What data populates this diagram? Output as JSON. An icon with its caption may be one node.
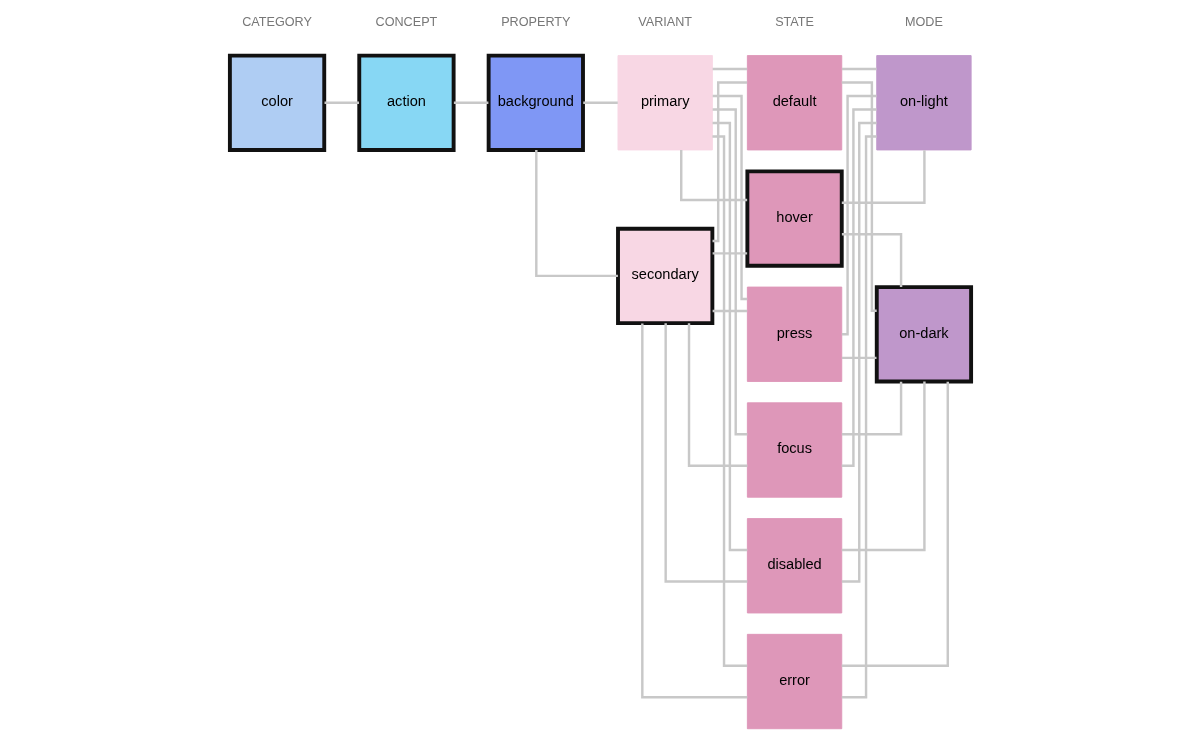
{
  "diagram": {
    "nodes": [
      {
        "text": [
          "color"
        ]
      },
      {
        "text": [
          "action"
        ]
      },
      {
        "text": [
          "background"
        ]
      },
      {
        "text": [
          "primary"
        ]
      },
      {
        "text": [
          "secondary"
        ]
      },
      {
        "text": [
          "default"
        ]
      },
      {
        "text": [
          "hover"
        ]
      },
      {
        "text": [
          "press"
        ]
      },
      {
        "text": [
          "focus"
        ]
      },
      {
        "text": [
          "disabled"
        ]
      },
      {
        "text": [
          "error"
        ]
      },
      {
        "text": [
          "on-light"
        ]
      },
      {
        "text": [
          "on-dark"
        ]
      }
    ],
    "edges": [
      {
        "from": 0,
        "to": 1,
        "arrow": "none"
      },
      {
        "from": 1,
        "to": 2,
        "arrow": "none"
      },
      {
        "from": 2,
        "to": 3,
        "arrow": "none"
      },
      {
        "from": 2,
        "to": 4,
        "arrow": "none"
      },
      {
        "from": 3,
        "to": 5,
        "arrow": "none"
      },
      {
        "from": 3,
        "to": 6,
        "arrow": "none"
      },
      {
        "from": 3,
        "to": 7,
        "arrow": "none"
      },
      {
        "from": 3,
        "to": 8,
        "arrow": "none"
      },
      {
        "from": 3,
        "to": 9,
        "arrow": "none"
      },
      {
        "from": 3,
        "to": 10,
        "arrow": "none"
      },
      {
        "from": 4,
        "to": 5,
        "arrow": "none"
      },
      {
        "from": 4,
        "to": 6,
        "arrow": "none"
      },
      {
        "from": 4,
        "to": 7,
        "arrow": "none"
      },
      {
        "from": 4,
        "to": 8,
        "arrow": "none"
      },
      {
        "from": 4,
        "to": 9,
        "arrow": "none"
      },
      {
        "from": 4,
        "to": 10,
        "arrow": "none"
      },
      {
        "from": 5,
        "to": 11,
        "arrow": "none"
      },
      {
        "from": 5,
        "to": 12,
        "arrow": "none"
      },
      {
        "from": 6,
        "to": 11,
        "arrow": "none"
      },
      {
        "from": 6,
        "to": 12,
        "arrow": "none"
      },
      {
        "from": 7,
        "to": 11,
        "arrow": "none"
      },
      {
        "from": 7,
        "to": 12,
        "arrow": "none"
      },
      {
        "from": 8,
        "to": 11,
        "arrow": "none"
      },
      {
        "from": 8,
        "to": 12,
        "arrow": "none"
      },
      {
        "from": 9,
        "to": 11,
        "arrow": "none"
      },
      {
        "from": 9,
        "to": 12,
        "arrow": "none"
      },
      {
        "from": 10,
        "to": 11,
        "arrow": "none"
      },
      {
        "from": 10,
        "to": 12,
        "arrow": "none"
      }
    ],
    "labels": [
      "CATEGORY",
      "CONCEPT",
      "PROPERTY",
      "VARIANT",
      "STATE",
      "MODE"
    ]
  }
}
